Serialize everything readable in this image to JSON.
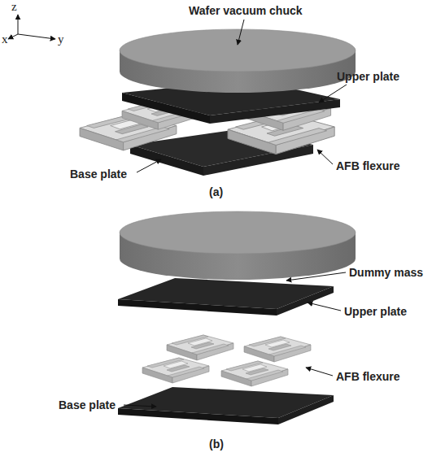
{
  "diagram": {
    "labels": [
      "z",
      "x",
      "y",
      "Wafer vacuum chuck",
      "Upper plate",
      "AFB flexure",
      "Base plate",
      "(a)",
      "Dummy mass",
      "Upper plate",
      "AFB flexure",
      "Base plate",
      "(b)"
    ]
  }
}
